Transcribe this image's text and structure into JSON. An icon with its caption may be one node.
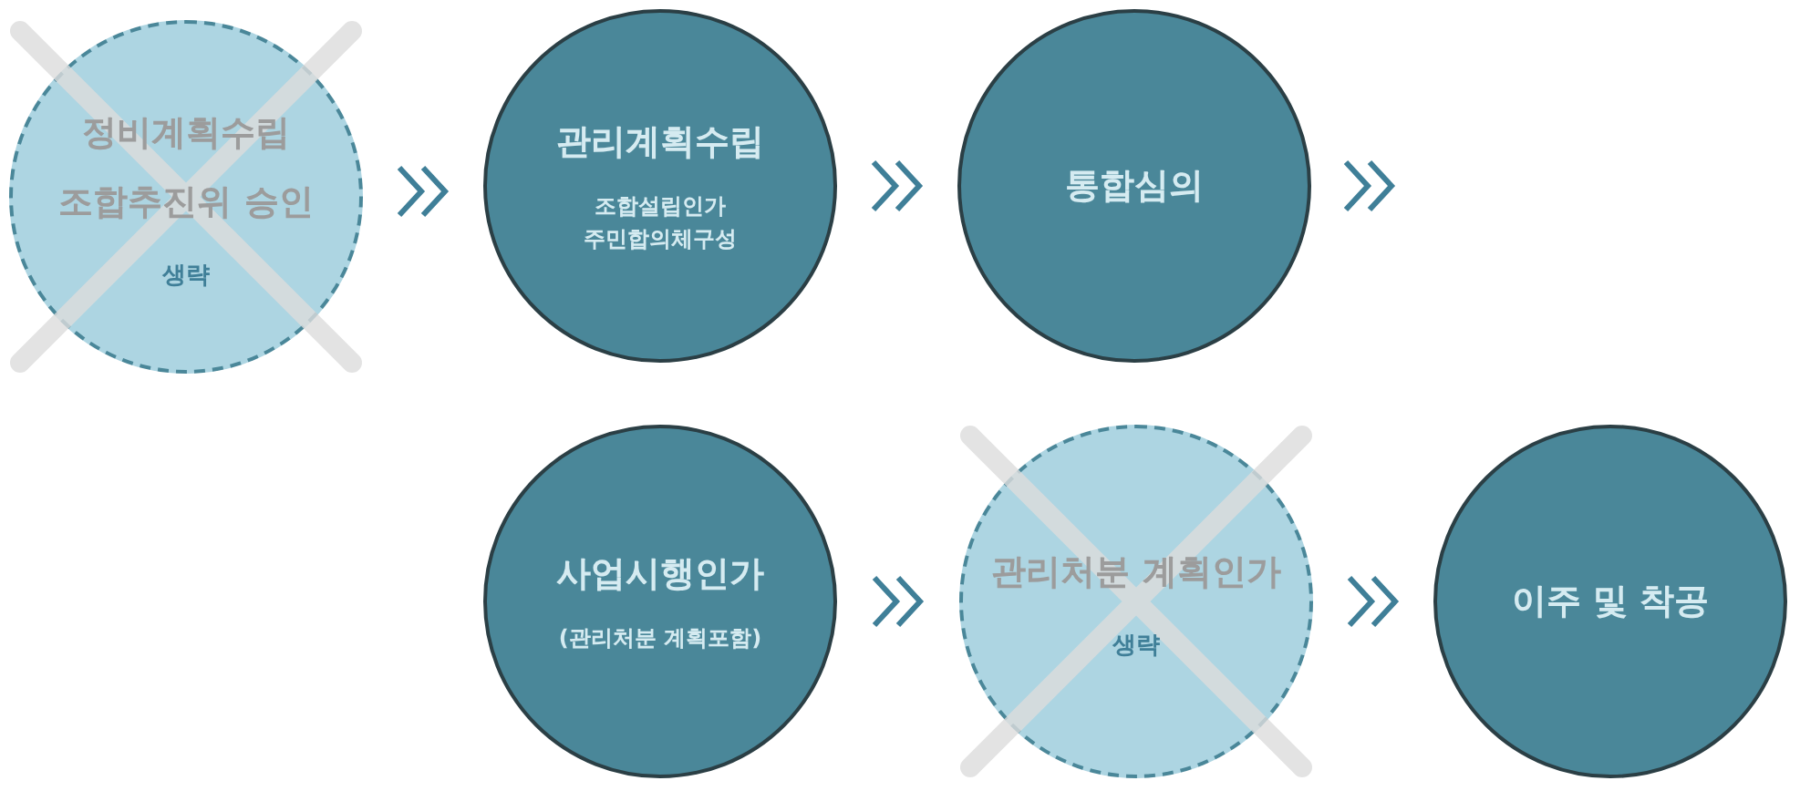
{
  "diagram": {
    "nodes": [
      {
        "text": [
          "정비계획수립 조합추진위 승인",
          "생략"
        ]
      },
      {
        "text": [
          "관리계획수립",
          "조합설립인가 주민합의체구성"
        ]
      },
      {
        "text": [
          "통합심의"
        ]
      },
      {
        "text": [
          "사업시행인가",
          "(관리처분 계획포함)"
        ]
      },
      {
        "text": [
          "관리처분 계획인가",
          "생략"
        ]
      },
      {
        "text": [
          "이주 및 착공"
        ]
      }
    ],
    "edges": [
      {
        "from": 0,
        "to": 1,
        "arrow": "to"
      },
      {
        "from": 1,
        "to": 2,
        "arrow": "to"
      },
      {
        "from": 2,
        "to": null,
        "arrow": "to"
      },
      {
        "from": 3,
        "to": 4,
        "arrow": "to"
      },
      {
        "from": 4,
        "to": 5,
        "arrow": "to"
      }
    ]
  }
}
